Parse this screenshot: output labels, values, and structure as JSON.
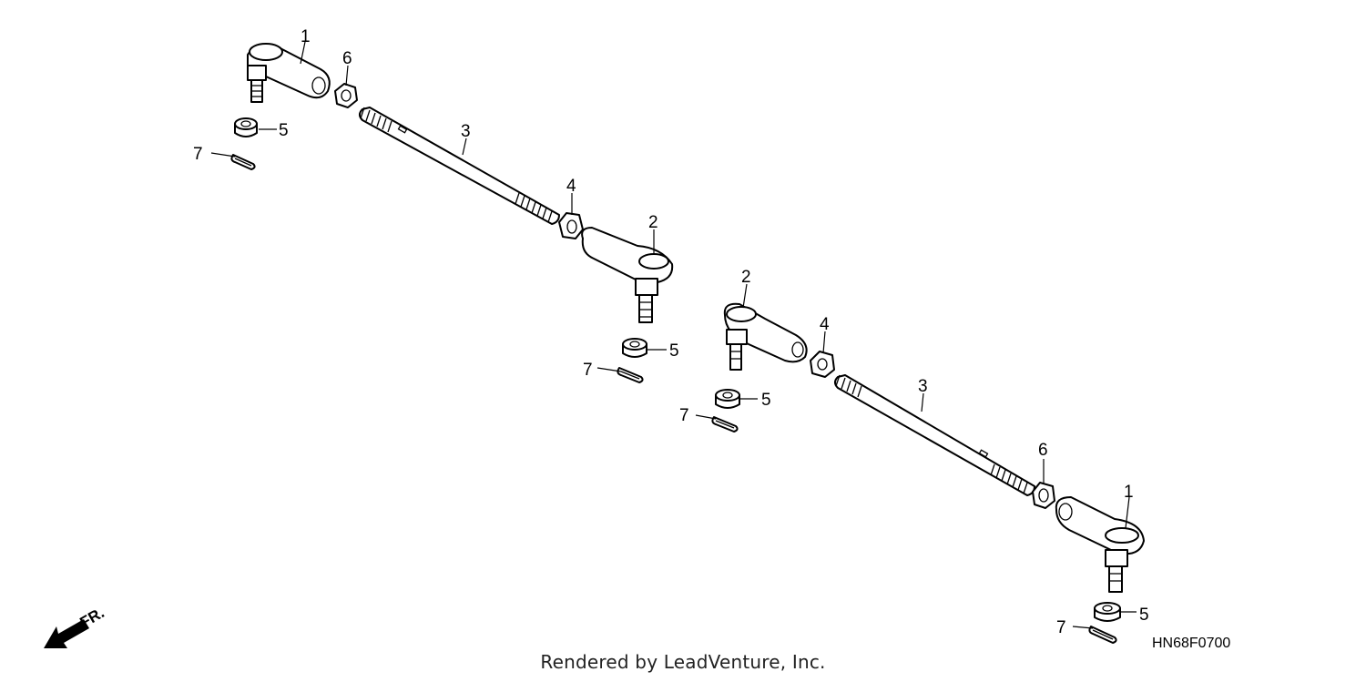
{
  "callouts": {
    "left_1": "1",
    "left_6": "6",
    "left_5": "5",
    "left_7": "7",
    "left_3": "3",
    "left_4": "4",
    "left_2": "2",
    "left_5b": "5",
    "left_7b": "7",
    "right_2": "2",
    "right_4": "4",
    "right_5": "5",
    "right_7": "7",
    "right_3": "3",
    "right_6": "6",
    "right_1": "1",
    "right_5b": "5",
    "right_7b": "7"
  },
  "direction_label": "FR.",
  "diagram_code": "HN68F0700",
  "footer": "Rendered by LeadVenture, Inc."
}
